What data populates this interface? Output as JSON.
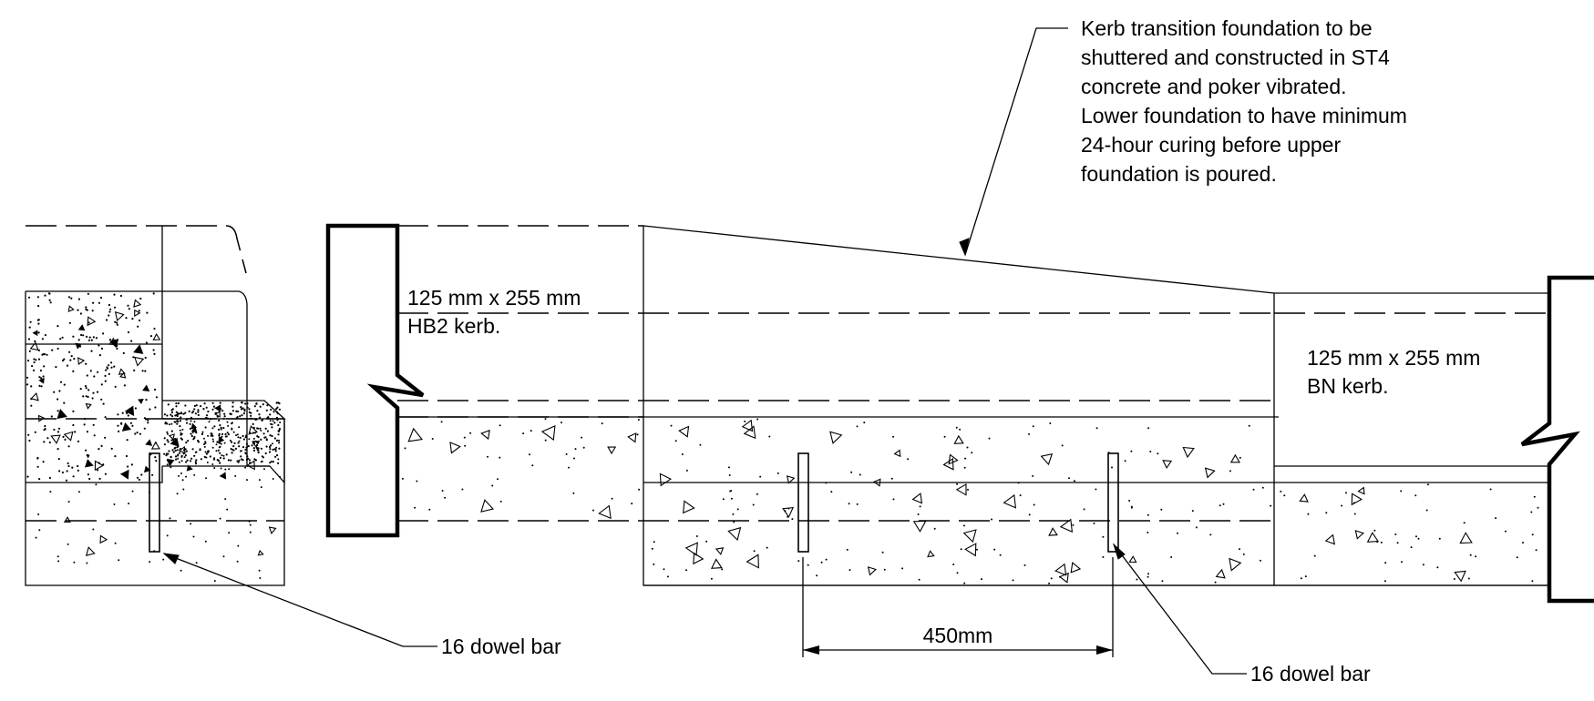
{
  "annotations": {
    "transition_note": [
      "Kerb transition foundation to be",
      "shuttered and constructed in ST4",
      "concrete and poker vibrated.",
      "Lower foundation to have minimum",
      "24-hour curing before upper",
      "foundation is poured."
    ],
    "hb2_kerb": [
      "125 mm x 255 mm",
      "HB2 kerb."
    ],
    "bn_kerb": [
      "125 mm x 255 mm",
      "BN kerb."
    ],
    "dowel_left": "16 dowel bar",
    "dowel_right": "16 dowel bar",
    "dowel_spacing": "450mm"
  }
}
